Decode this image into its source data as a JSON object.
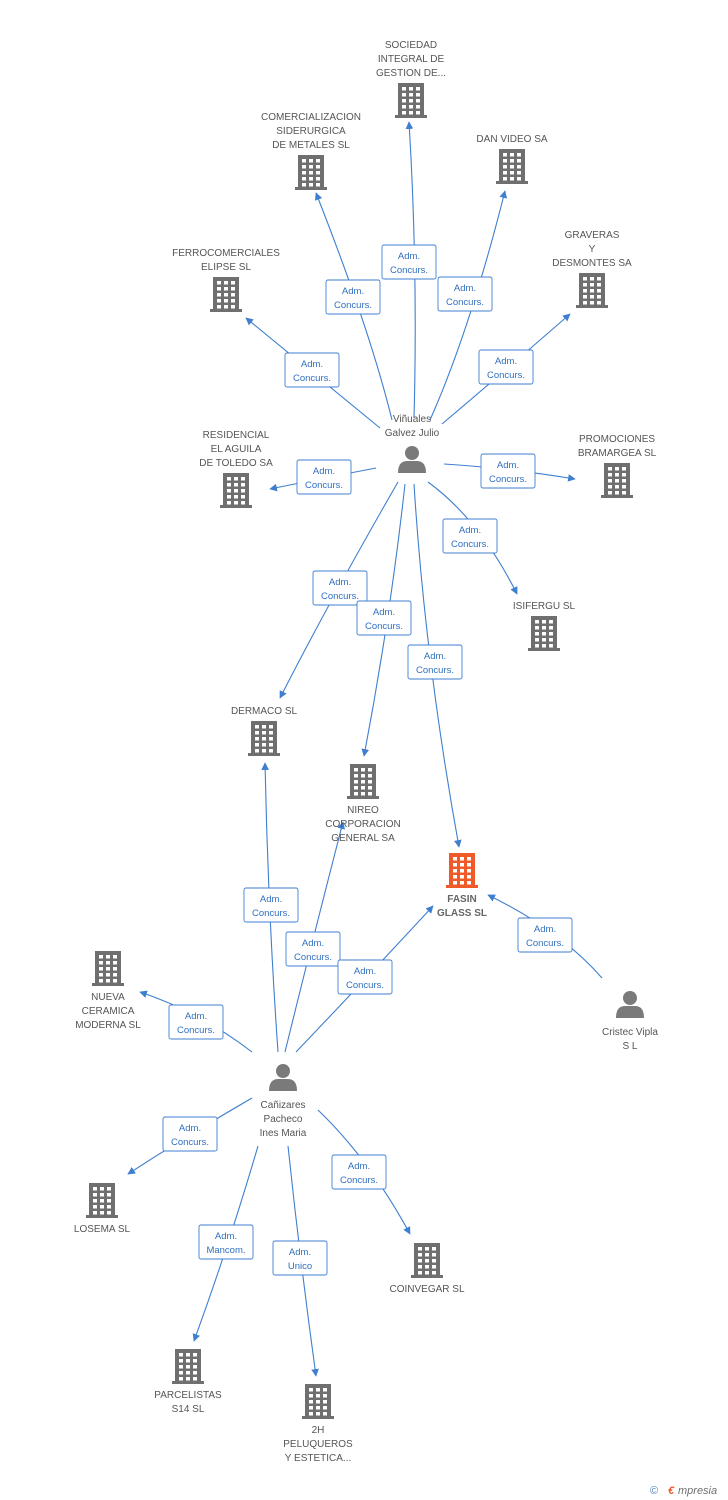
{
  "colors": {
    "edge": "#3f7fd0",
    "company": "#6f6f6f",
    "main_company": "#f05a28",
    "person": "#7a7a7a"
  },
  "nodes": [
    {
      "id": "vinuales",
      "kind": "person",
      "label": [
        "Viñuales",
        "Galvez Julio"
      ]
    },
    {
      "id": "canizares",
      "kind": "person",
      "label": [
        "Cañizares",
        "Pacheco",
        "Ines Maria"
      ]
    },
    {
      "id": "cristec",
      "kind": "person",
      "label": [
        "Cristec Vipla",
        "S L"
      ]
    },
    {
      "id": "sociedad",
      "kind": "company",
      "label": [
        "SOCIEDAD",
        "INTEGRAL DE",
        "GESTION DE..."
      ]
    },
    {
      "id": "comercializacion",
      "kind": "company",
      "label": [
        "COMERCIALIZACION",
        "SIDERURGICA",
        "DE METALES SL"
      ]
    },
    {
      "id": "danvideo",
      "kind": "company",
      "label": [
        "DAN VIDEO SA"
      ]
    },
    {
      "id": "ferrocomerciales",
      "kind": "company",
      "label": [
        "FERROCOMERCIALES",
        "ELIPSE SL"
      ]
    },
    {
      "id": "graveras",
      "kind": "company",
      "label": [
        "GRAVERAS",
        "Y",
        "DESMONTES SA"
      ]
    },
    {
      "id": "residencial",
      "kind": "company",
      "label": [
        "RESIDENCIAL",
        "EL AGUILA",
        "DE TOLEDO SA"
      ]
    },
    {
      "id": "promociones",
      "kind": "company",
      "label": [
        "PROMOCIONES",
        "BRAMARGEA SL"
      ]
    },
    {
      "id": "isifergu",
      "kind": "company",
      "label": [
        "ISIFERGU SL"
      ]
    },
    {
      "id": "dermaco",
      "kind": "company",
      "label": [
        "DERMACO SL"
      ]
    },
    {
      "id": "nireo",
      "kind": "company",
      "label": [
        "NIREO",
        "CORPORACION",
        "GENERAL SA"
      ]
    },
    {
      "id": "fasin",
      "kind": "main",
      "label": [
        "FASIN",
        "GLASS SL"
      ]
    },
    {
      "id": "nueva",
      "kind": "company",
      "label": [
        "NUEVA",
        "CERAMICA",
        "MODERNA SL"
      ]
    },
    {
      "id": "losema",
      "kind": "company",
      "label": [
        "LOSEMA SL"
      ]
    },
    {
      "id": "coinvegar",
      "kind": "company",
      "label": [
        "COINVEGAR SL"
      ]
    },
    {
      "id": "parcelistas",
      "kind": "company",
      "label": [
        "PARCELISTAS",
        "S14 SL"
      ]
    },
    {
      "id": "peluqueros",
      "kind": "company",
      "label": [
        "2H",
        "PELUQUEROS",
        "Y ESTETICA..."
      ]
    }
  ],
  "edges": [
    {
      "from": "vinuales",
      "to": "sociedad",
      "role": [
        "Adm.",
        "Concurs."
      ]
    },
    {
      "from": "vinuales",
      "to": "comercializacion",
      "role": [
        "Adm.",
        "Concurs."
      ]
    },
    {
      "from": "vinuales",
      "to": "danvideo",
      "role": [
        "Adm.",
        "Concurs."
      ]
    },
    {
      "from": "vinuales",
      "to": "ferrocomerciales",
      "role": [
        "Adm.",
        "Concurs."
      ]
    },
    {
      "from": "vinuales",
      "to": "graveras",
      "role": [
        "Adm.",
        "Concurs."
      ]
    },
    {
      "from": "vinuales",
      "to": "residencial",
      "role": [
        "Adm.",
        "Concurs."
      ]
    },
    {
      "from": "vinuales",
      "to": "promociones",
      "role": [
        "Adm.",
        "Concurs."
      ]
    },
    {
      "from": "vinuales",
      "to": "isifergu",
      "role": [
        "Adm.",
        "Concurs."
      ]
    },
    {
      "from": "vinuales",
      "to": "dermaco",
      "role": [
        "Adm.",
        "Concurs."
      ]
    },
    {
      "from": "vinuales",
      "to": "nireo",
      "role": [
        "Adm.",
        "Concurs."
      ]
    },
    {
      "from": "vinuales",
      "to": "fasin",
      "role": [
        "Adm.",
        "Concurs."
      ]
    },
    {
      "from": "canizares",
      "to": "dermaco",
      "role": [
        "Adm.",
        "Concurs."
      ]
    },
    {
      "from": "canizares",
      "to": "nireo",
      "role": [
        "Adm.",
        "Concurs."
      ]
    },
    {
      "from": "canizares",
      "to": "fasin",
      "role": [
        "Adm.",
        "Concurs."
      ]
    },
    {
      "from": "canizares",
      "to": "nueva",
      "role": [
        "Adm.",
        "Concurs."
      ]
    },
    {
      "from": "canizares",
      "to": "losema",
      "role": [
        "Adm.",
        "Concurs."
      ]
    },
    {
      "from": "canizares",
      "to": "coinvegar",
      "role": [
        "Adm.",
        "Concurs."
      ]
    },
    {
      "from": "canizares",
      "to": "parcelistas",
      "role": [
        "Adm.",
        "Mancom."
      ]
    },
    {
      "from": "canizares",
      "to": "peluqueros",
      "role": [
        "Adm.",
        "Unico"
      ]
    },
    {
      "from": "cristec",
      "to": "fasin",
      "role": [
        "Adm.",
        "Concurs."
      ]
    }
  ],
  "footer": {
    "copyright_symbol": "©",
    "brand_initial": "€",
    "brand_rest": "mpresia"
  }
}
